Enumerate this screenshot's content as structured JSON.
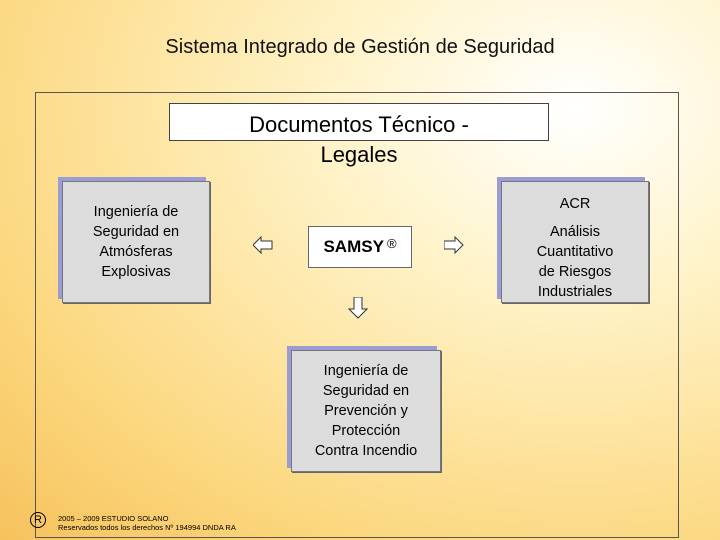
{
  "title": "Sistema Integrado de Gestión de Seguridad",
  "header": {
    "line1": "Documentos Técnico -",
    "line2": "Legales"
  },
  "left_card": {
    "lines": [
      "Ingeniería de",
      "Seguridad en",
      "Atmósferas",
      "Explosivas"
    ]
  },
  "center": {
    "label": "SAMSY",
    "mark": "®"
  },
  "right_card": {
    "heading": "ACR",
    "lines": [
      "Análisis",
      "Cuantitativo",
      "de Riesgos",
      "Industriales"
    ]
  },
  "bottom_card": {
    "lines": [
      "Ingeniería de",
      "Seguridad en",
      "Prevención y",
      "Protección",
      "Contra Incendio"
    ]
  },
  "footer": {
    "mark": "R",
    "line1": "2005 – 2009 ESTUDIO SOLANO",
    "line2": "Reservados todos los derechos Nº 194994 DNDA RA"
  },
  "icons": {
    "left_arrow": "arrow-left-icon",
    "right_arrow": "arrow-right-icon",
    "down_arrow": "arrow-down-icon"
  }
}
